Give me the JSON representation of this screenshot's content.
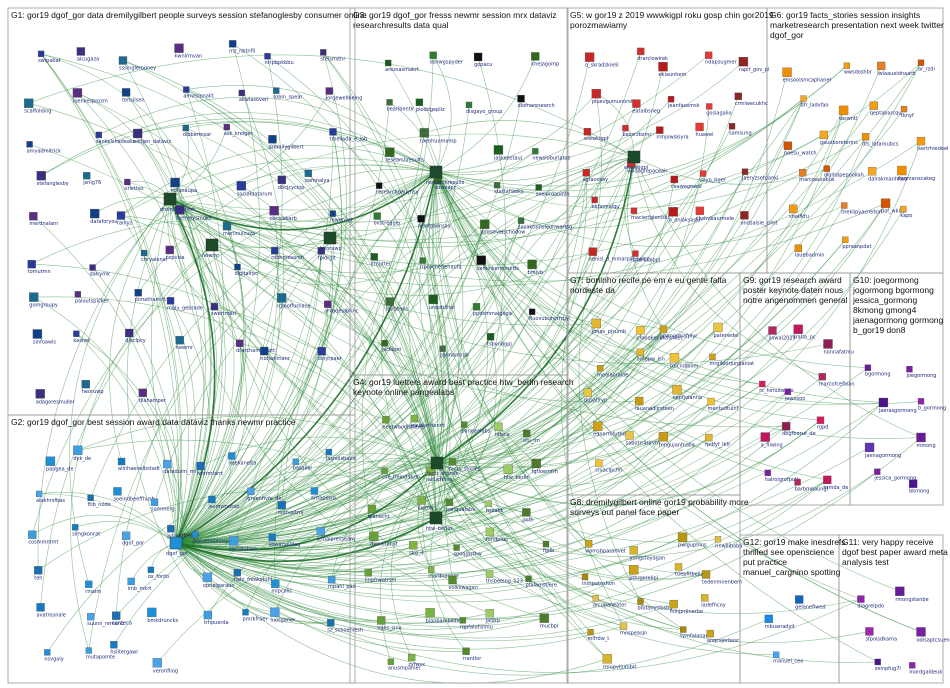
{
  "groups": [
    {
      "id": "G1",
      "title_lines": [
        "G1: gor19 dgof_gor data dremilygilbert people surveys session stefanoglesby consumer online"
      ]
    },
    {
      "id": "G2",
      "title_lines": [
        "G2: gor19 dgof_gor best session award data dataviz thanks newmr practice"
      ]
    },
    {
      "id": "G3",
      "title_lines": [
        "G3: gor19 dgof_gor fresss newmr session mrx dataviz",
        "researchresults data qual"
      ]
    },
    {
      "id": "G4",
      "title_lines": [
        "G4: gor19 luetters award best practice htw_berlin research",
        "keynote online pangealabs"
      ]
    },
    {
      "id": "G5",
      "title_lines": [
        "G5: w gor19 z 2019 wwwkigpl roku gosp chin gor2019",
        "porozmawiamy"
      ]
    },
    {
      "id": "G6",
      "title_lines": [
        "G6: gor19 facts_stories session insights",
        "marketresearch presentation next week twitter",
        "dgof_gor"
      ]
    },
    {
      "id": "G7",
      "title_lines": [
        "G7: boninho recife pé em e eu gente falta",
        "nordeste da"
      ]
    },
    {
      "id": "G8",
      "title_lines": [
        "G8: dremilygilbert online gor19 probability more",
        "surveys out panel face paper"
      ]
    },
    {
      "id": "G9",
      "title_lines": [
        "G9: gor19 research award",
        "poster keynote daten nous",
        "notre angenommen general"
      ]
    },
    {
      "id": "G10",
      "title_lines": [
        "G10: joegormong",
        "jogormong bgormong",
        "jessica_gormong",
        "8kmong gmong4",
        "jaenagormong gormong",
        "b_gor19 don8"
      ]
    },
    {
      "id": "G11",
      "title_lines": [
        "G11: very happy receive",
        "dgof best paper award meta",
        "analysis test"
      ]
    },
    {
      "id": "G12",
      "title_lines": [
        "G12: gor19 make inesdrefs",
        "thrilled see openscience",
        "put practice",
        "manuel_cargnino spotting"
      ]
    }
  ],
  "hubs": [
    {
      "label": "dgof_gor"
    },
    {
      "label": "facts_stories"
    },
    {
      "label": "researchresults"
    },
    {
      "label": "dremilygilbert"
    },
    {
      "label": "htw_berlin"
    },
    {
      "label": "wwwkigpl"
    },
    {
      "label": "newmr"
    },
    {
      "label": "heoruwp"
    }
  ],
  "nodes": {
    "G1": [
      "swlpabat",
      "alcugaza",
      "sssinglemoney",
      "kwnlrmvan",
      "mz_nbtnfil",
      "ntrpbpkbbu",
      "stelsmithr",
      "scaffolding",
      "loenkesprozm",
      "tensilsen",
      "amvisionalit",
      "akwlasoverl",
      "robin_spear",
      "jorgewellbeing",
      "amyadmitrick",
      "sankelshadeaks",
      "oeltjen_dataviz",
      "dibbermsar",
      "ask_kreiger",
      "dremilygilbert",
      "tmellada_e_lab",
      "stefanglesby",
      "jsnlg76",
      "oriettes",
      "nohinaupa",
      "socialdatarum",
      "dbcjcyclop",
      "oamnalya",
      "merdnalarn",
      "dataforyou",
      "ranlyz",
      "suerveysmoke",
      "merlinulcuza",
      "cbcnlsbarb",
      "mwenvel",
      "tomutmn",
      "dalrymk",
      "chryalenal",
      "ospvisa",
      "digitalrpc",
      "robnmesarch",
      "fpidrgit",
      "gomgroupy",
      "paloutspicker",
      "pimathamrit",
      "malu_gebrade",
      "swertmatl",
      "rglooffurnace",
      "arkadeulbrinc",
      "sinfoawis",
      "kasnet",
      "djkclpcy",
      "newmr",
      "drarchamomatt",
      "nuhwilmanr",
      "dinyrpaer",
      "adagoresmuller",
      "heoruwp",
      "dlahamper"
    ],
    "G2": [
      "pangea_de",
      "dyk_de",
      "alinhaenelbstadt",
      "dataduim_mr",
      "fwdrmfarrt",
      "hqekanelta",
      "basakel",
      "jasnoisbavic",
      "alakhrsfbas",
      "ftlb_nodo",
      "soeindbeeffhusb",
      "sommerg",
      "jasmymotab",
      "greenfivfe_de",
      "monuetml",
      "aritopetru",
      "cosmmntmt",
      "simgkonrat",
      "dgof_gor",
      "jyfrandimpty",
      "marsenilohosp",
      "socialuhwe",
      "sbwarveidag",
      "lemaipresseam",
      "teh",
      "rinaim",
      "imb_mkrt",
      "ox_fonfo",
      "opnelgaraun",
      "nahi_freakstuhl",
      "mlpcolic",
      "mpanl_pad",
      "avatrosnale",
      "suunn_remanb",
      "conteca",
      "bmkdruncks",
      "trhpuerda",
      "pmrkfraer",
      "luosganer",
      "sz_schoenlesh",
      "nsvgaly",
      "mutapomte",
      "hslitergawr",
      "verorifliog"
    ],
    "G3": [
      "arezsasmakrt",
      "dsnwgspyder",
      "gopacu",
      "khejagomp",
      "bearibentir",
      "ploddgepliz",
      "disgayo_group",
      "dlomaresearch",
      "researchresults",
      "toenhuomamp",
      "jaskeastaul",
      "newsloburlatos",
      "researchgaucnsy",
      "soweapr",
      "stattahaaks",
      "soejordaninfo",
      "ovstregger",
      "nisafgaonsay",
      "pmrsevelschodow",
      "sasaktionsleunwertsg",
      "lfmutter",
      "rrprachenenaufa",
      "ceminkermmetts",
      "bmlvb",
      "lgvbcons",
      "unoobilhol",
      "ppdsmmaigoga",
      "fluovubuncrfrpy",
      "jacklbet",
      "galmansrpk",
      "tsbvnbgpj"
    ],
    "G4": [
      "heatwoodlstahes",
      "gauaterhanrh",
      "pangealabs",
      "ritisca",
      "nlu_im",
      "cue_foundation",
      "nuluctersa",
      "facts_stories",
      "htw_berlin",
      "fgtloemfrh",
      "bianacht",
      "luetters",
      "panqualabs",
      "trjaabk",
      "jmfh",
      "zbrodhunot",
      "skg_d",
      "spoqgrrfhw",
      "fundpluo",
      "fgdb",
      "linpfrwatrsm",
      "mardnaqaer",
      "volkswagen",
      "thsbeeing_123",
      "pfalamstiere",
      "eglis_sina",
      "bianbambilitie",
      "rqpfaluhsmiu",
      "jaldrp",
      "mucbpl",
      "anusmpanier",
      "zyfwsx",
      "rrantlor"
    ],
    "G5": [
      "o_skradzkielii",
      "drarclowirek",
      "ekiaunhem",
      "ndapsugmer",
      "rapit_gov_pl",
      "pluevgumunorsthe",
      "eatalbsneg",
      "jeanfasemsk",
      "gosiagalio",
      "crmlwecukhc",
      "wwwkigpl",
      "bacsrzbsmr",
      "rrmjowskiyra",
      "huawei",
      "samsung",
      "sgtaoskay",
      "wndagrepaceair",
      "ceawegowel",
      "sayo_tiger",
      "jaeryzsetoanki",
      "ekfaimaiqu",
      "macierfgloniski",
      "a_aniaksaski",
      "clwhvbaurmele",
      "ondsalsie_clmt",
      "aenisl_d_mmarpilcewicz",
      "sportilalppl"
    ],
    "G6": [
      "emsoolsmcaphanel",
      "wwsdoshbr",
      "lwlaaueidnaarb",
      "ar_rzdi",
      "dfr_ladvfao",
      "taswntl",
      "qeptabarcqu",
      "tknyf",
      "noesu_watch",
      "gauoboreterinc",
      "dfs_lataroubcs",
      "lsertrhiedeel",
      "marcoauiobus",
      "digitalpepoollah",
      "dalrakmanhitoa",
      "danmanscakeg",
      "shalfkfu",
      "theklipyacrerbin",
      "daf_wklap",
      "kapo",
      "lauebadmin",
      "ppraanpdat"
    ],
    "G7": [
      "jonas_pjsumb",
      "nfooqkepolcfsmelt",
      "grymgrmafplyr",
      "paterwdel",
      "meolaoraloe",
      "amgpw_jsn",
      "tmcndlbom",
      "mrgiblorjunpaniat",
      "gusahrvn",
      "lauanadijrstoen",
      "nepfjolanna",
      "mentudtuinf",
      "ednarrofutno",
      "sabotrrarirvm",
      "mngujanfnalia",
      "fpdfyf_lkfr",
      "ciuaclpcfin"
    ],
    "G8": [
      "wamsbpassrlvet",
      "yongstoyagan",
      "pwiguphins",
      "rinwllibaba",
      "lnsspatoshon",
      "pthrgerellpi",
      "tuepfitbeliwer",
      "tedenmnenbern",
      "arcupaneotor",
      "bfofamrtfssba",
      "mlnjprjinerbe",
      "ladefhcoy",
      "mlfrdw_t",
      "mnspeasjn",
      "tymfalanam",
      "anqcsjorbesr",
      "rmupvljumbit"
    ],
    "G9": [
      "jinwal2019",
      "tratia_pc",
      "nonnafatmu",
      "rc_himutabdo",
      "jewnsoo",
      "marcofcefloan",
      "a_fliwing",
      "dbgfbarur_de",
      "rgpd",
      "halroigrofpotk",
      "barbmaaungl",
      "tnmda_de"
    ],
    "G10": [
      "bgormong",
      "joegormong",
      "jaerasgormong",
      "b_gormong",
      "jaenagormong",
      "mmong",
      "jessica_gormong",
      "bkmong"
    ],
    "G11": [
      "diagrelpdo",
      "rmongstanbe",
      "sfpoisdkama",
      "odisaptcsuen",
      "zeinpfug7l",
      "mordgaldeuk"
    ],
    "G12": [
      "mbuanadyit",
      "gelaneflwed",
      "manuel_ceo"
    ]
  },
  "counts": {
    "edge_count": 420,
    "strong_edge_count": 6
  }
}
